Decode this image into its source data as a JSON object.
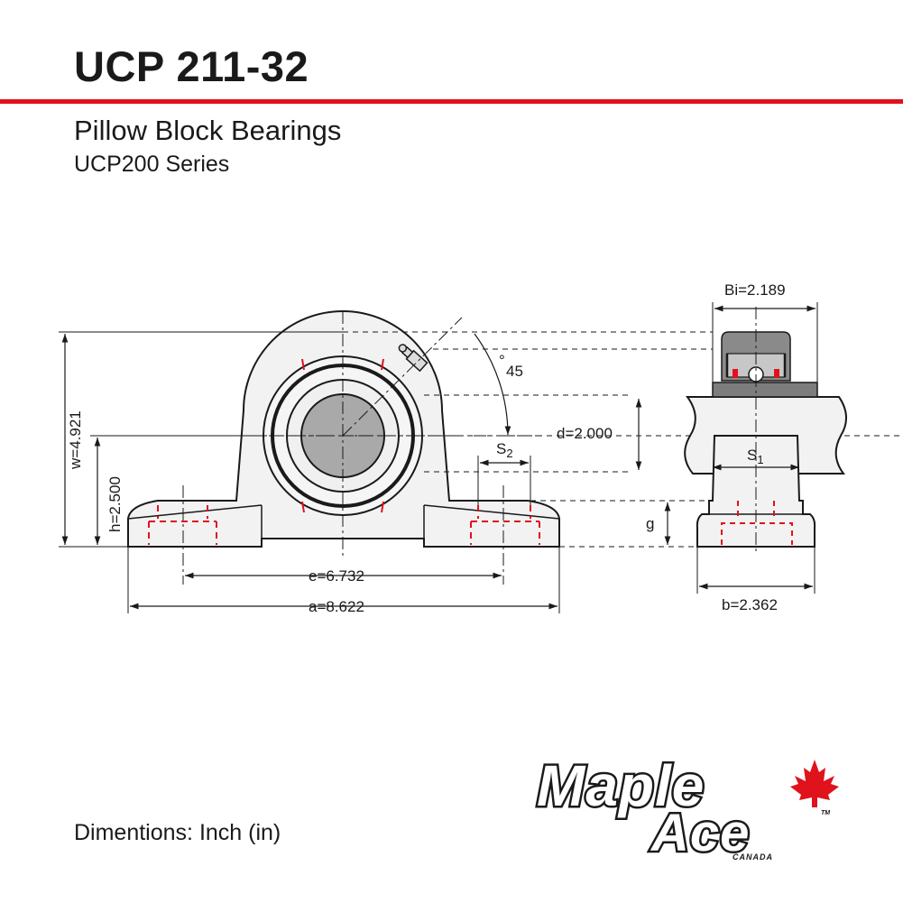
{
  "header": {
    "title": "UCP 211-32",
    "subtitle": "Pillow Block Bearings",
    "series": "UCP200 Series"
  },
  "dimensions": {
    "w": "w=4.921",
    "h": "h=2.500",
    "e": "e=6.732",
    "a": "a=8.622",
    "angle": "45",
    "s2_letter": "S",
    "s2_sub": "2",
    "d": "d=2.000",
    "bi": "Bi=2.189",
    "s1_letter": "S",
    "s1_sub": "1",
    "g": "g",
    "b": "b=2.362"
  },
  "footer": {
    "units": "Dimentions: Inch (in)"
  },
  "logo": {
    "line1": "Maple",
    "line2": "Ace",
    "tagline": "CANADA",
    "trademark": "TM"
  },
  "colors": {
    "accent_red": "#e0121c",
    "line_dark": "#1a1a1a",
    "housing_fill": "#f2f2f2",
    "shaft_fill": "#a9a9a9",
    "hidden_red": "#e0121c"
  }
}
